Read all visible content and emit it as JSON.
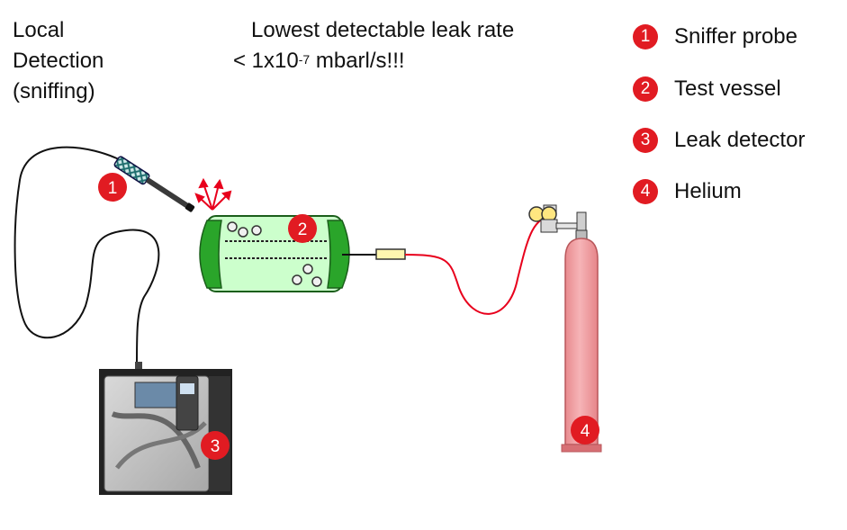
{
  "heading": {
    "local_line1": "Local",
    "local_line2": "Detection",
    "local_line3": "(sniffing)",
    "rate_line1": "Lowest detectable leak rate",
    "rate_prefix": "< 1x10",
    "rate_exponent": "-7",
    "rate_suffix": " mbarl/s!!!"
  },
  "legend": [
    {
      "number": "1",
      "label": "Sniffer probe"
    },
    {
      "number": "2",
      "label": "Test vessel"
    },
    {
      "number": "3",
      "label": "Leak detector"
    },
    {
      "number": "4",
      "label": "Helium"
    }
  ],
  "markers": {
    "probe": "1",
    "vessel": "2",
    "detector": "3",
    "cylinder": "4"
  },
  "colors": {
    "badge": "#e11b22",
    "vessel_body": "#ccffcc",
    "vessel_caps": "#2aa52a",
    "hose": "#e8001c",
    "cylinder": "#f4a3a6",
    "probe_grip": "#1f6e6e"
  }
}
